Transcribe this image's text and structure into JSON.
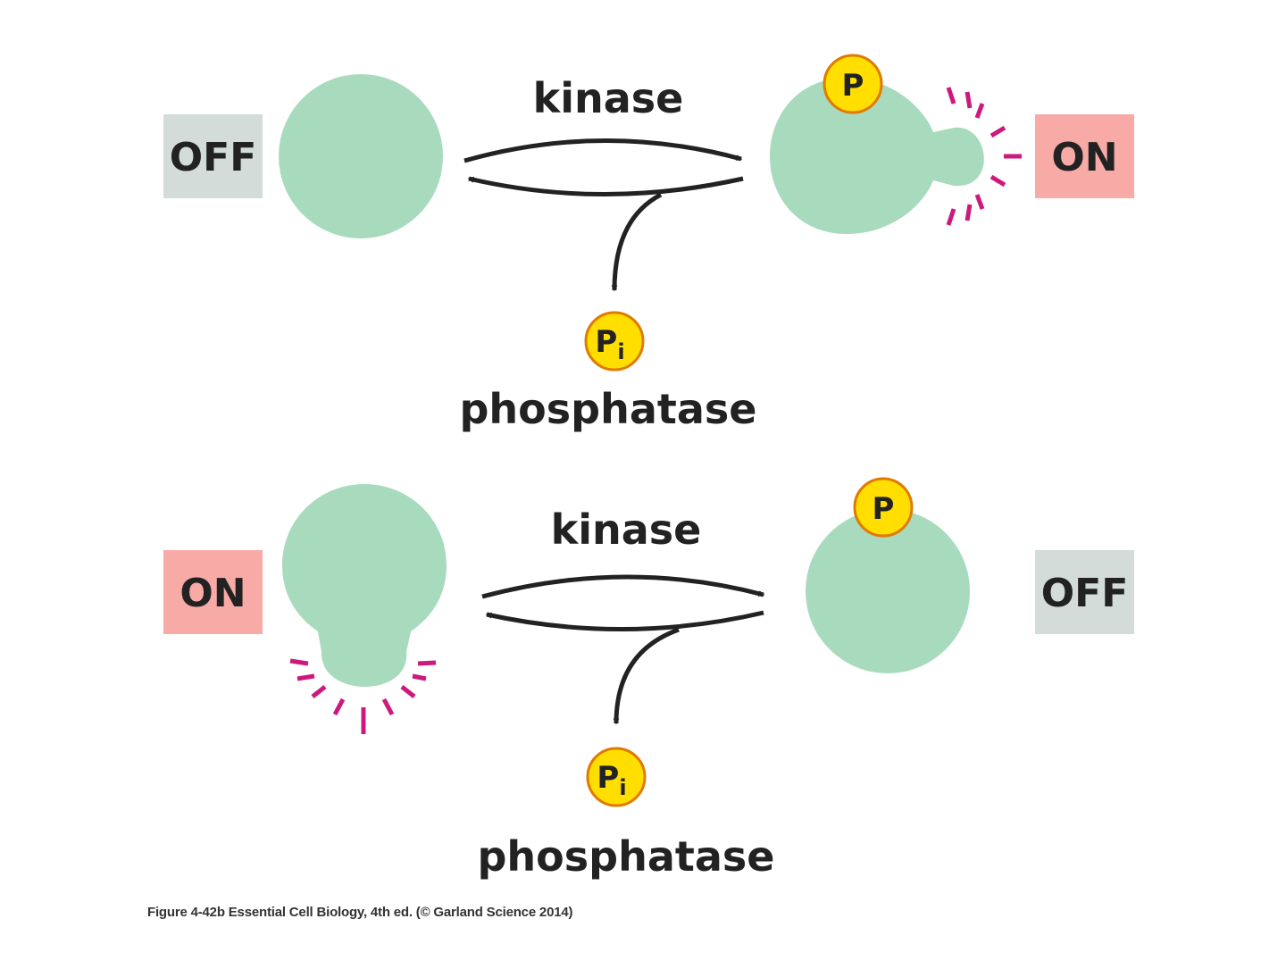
{
  "colors": {
    "protein": "#a8dbbd",
    "off_box": "#d3dcd8",
    "on_box": "#f8aaa6",
    "phosphate_fill": "#ffde00",
    "phosphate_ring": "#e07a00",
    "signal_rays": "#cc1a7c",
    "arrow": "#222222"
  },
  "panels": [
    {
      "left_state": "OFF",
      "right_state": "ON",
      "forward_enzyme": "kinase",
      "reverse_enzyme": "phosphatase",
      "phosphate_label": "P",
      "released_phosphate": {
        "main": "P",
        "sub": "i"
      }
    },
    {
      "left_state": "ON",
      "right_state": "OFF",
      "forward_enzyme": "kinase",
      "reverse_enzyme": "phosphatase",
      "phosphate_label": "P",
      "released_phosphate": {
        "main": "P",
        "sub": "i"
      }
    }
  ],
  "caption": "Figure 4-42b  Essential Cell Biology, 4th ed. (© Garland Science 2014)"
}
